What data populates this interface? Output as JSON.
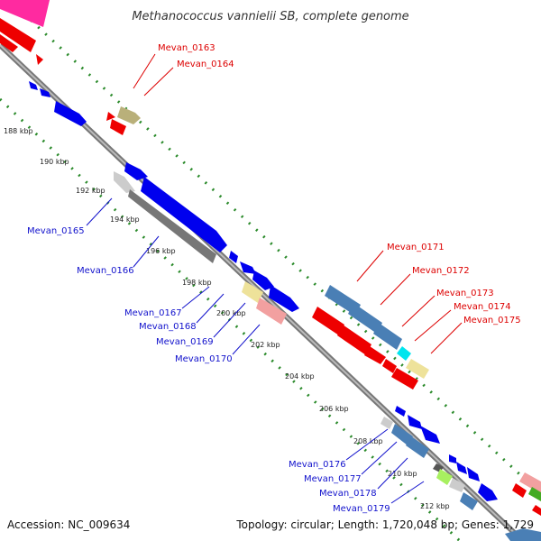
{
  "title": "Methanococcus vannielii SB, complete genome",
  "footer": {
    "accession": "Accession: NC_009634",
    "summary": "Topology: circular; Length: 1,720,048 bp; Genes: 1,729"
  },
  "ticks": [
    "188 kbp",
    "190 kbp",
    "192 kbp",
    "194 kbp",
    "196 kbp",
    "198 kbp",
    "200 kbp",
    "202 kbp",
    "204 kbp",
    "206 kbp",
    "208 kbp",
    "210 kbp",
    "212 kbp"
  ],
  "forward_strand_genes": [
    "Mevan_0163",
    "Mevan_0164",
    "Mevan_0171",
    "Mevan_0172",
    "Mevan_0173",
    "Mevan_0174",
    "Mevan_0175"
  ],
  "reverse_strand_genes": [
    "Mevan_0165",
    "Mevan_0166",
    "Mevan_0167",
    "Mevan_0168",
    "Mevan_0169",
    "Mevan_0170",
    "Mevan_0176",
    "Mevan_0177",
    "Mevan_0178",
    "Mevan_0179"
  ],
  "colors": {
    "forward_label": "#dd0000",
    "reverse_label": "#1111cc",
    "backbone": "#888888",
    "tick_dots": "#2a8a2a",
    "tick_dash": "#33aa33",
    "red_gene": "#ee0000",
    "blue_gene": "#0000ee",
    "steel_gene": "#4a7fb5",
    "khaki_gene": "#eee29a",
    "olive_gene": "#b9b07a",
    "grey_gene": "#808080",
    "light_grey_gene": "#cccccc",
    "pink_gene": "#f2a0a0",
    "cyan_gene": "#00e5ee",
    "lime_gene": "#a8f060",
    "magenta_gene": "#ff2aa0"
  }
}
